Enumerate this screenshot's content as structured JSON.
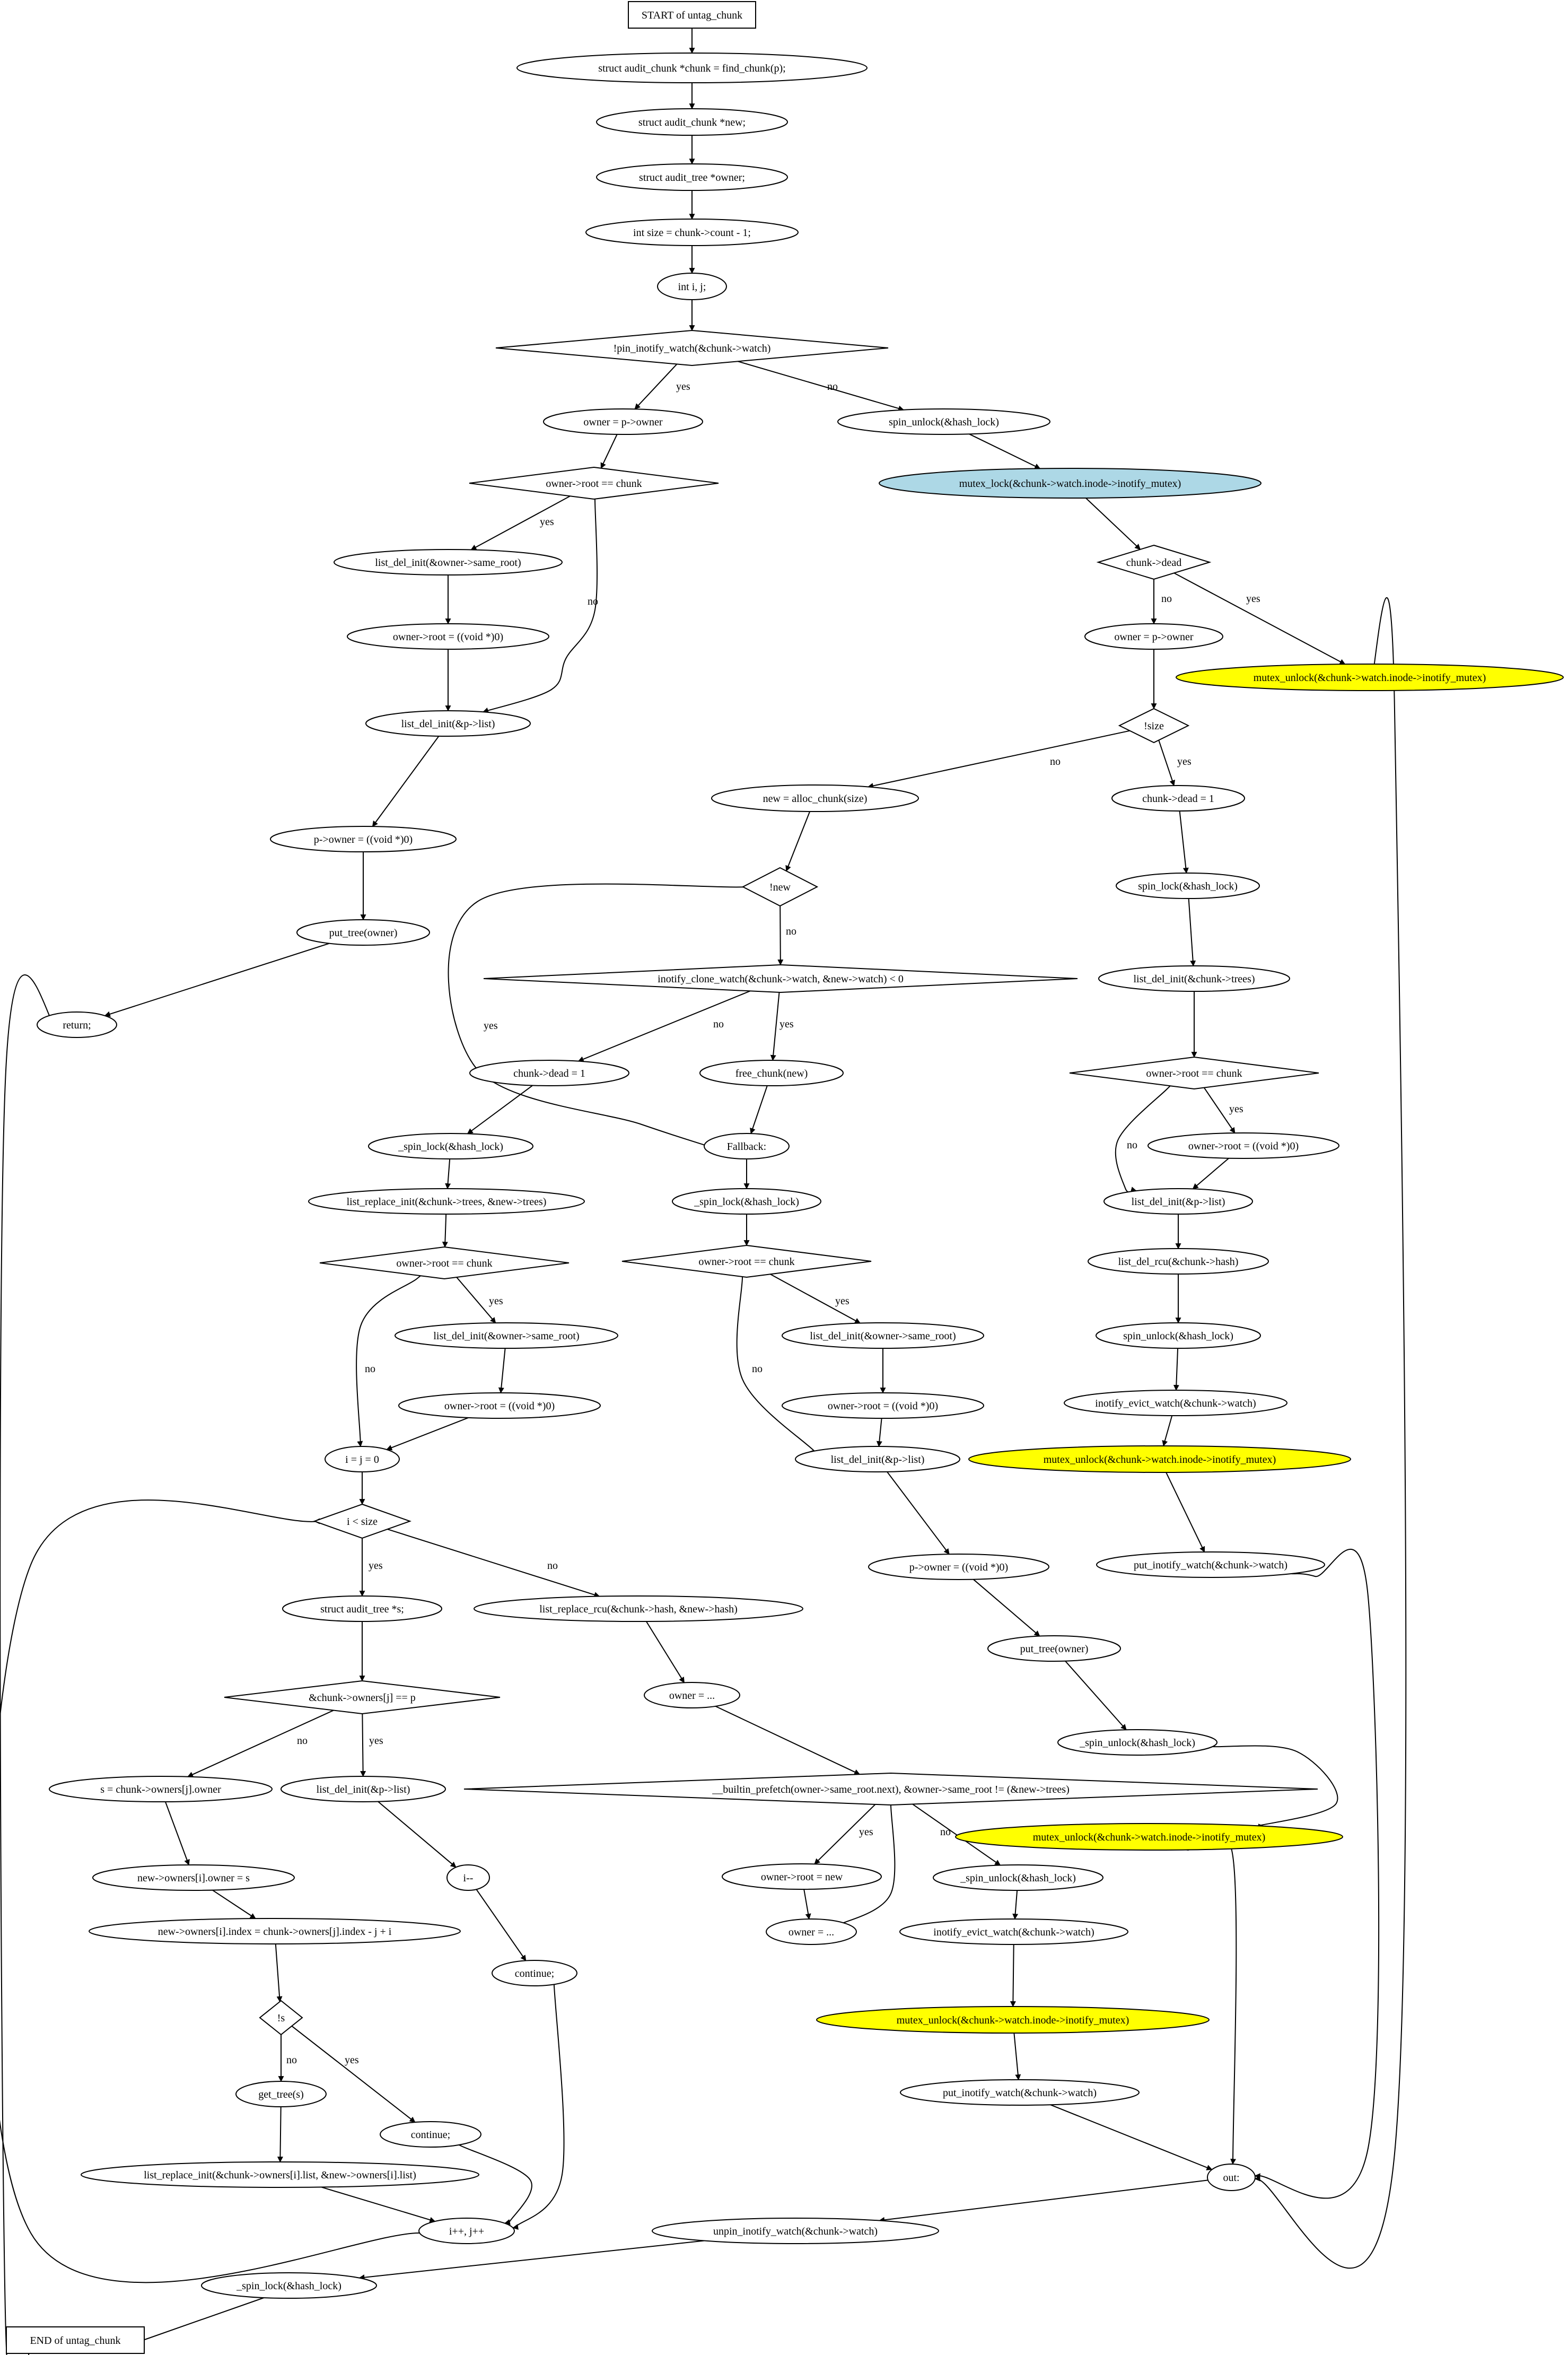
{
  "nodes": [
    {
      "id": "start",
      "shape": "rect",
      "label": "START of untag_chunk"
    },
    {
      "id": "n1",
      "shape": "ellipse",
      "label": "struct audit_chunk *chunk = find_chunk(p);"
    },
    {
      "id": "n2",
      "shape": "ellipse",
      "label": "struct audit_chunk *new;"
    },
    {
      "id": "n3",
      "shape": "ellipse",
      "label": "struct audit_tree *owner;"
    },
    {
      "id": "n4",
      "shape": "ellipse",
      "label": "int size = chunk->count - 1;"
    },
    {
      "id": "n5",
      "shape": "ellipse",
      "label": "int i, j;"
    },
    {
      "id": "d1",
      "shape": "diamond",
      "label": "!pin_inotify_watch(&chunk->watch)"
    },
    {
      "id": "a1",
      "shape": "ellipse",
      "label": "owner = p->owner"
    },
    {
      "id": "a2",
      "shape": "diamond",
      "label": "owner->root == chunk"
    },
    {
      "id": "a3",
      "shape": "ellipse",
      "label": "list_del_init(&owner->same_root)"
    },
    {
      "id": "a4",
      "shape": "ellipse",
      "label": "owner->root = ((void *)0)"
    },
    {
      "id": "a5",
      "shape": "ellipse",
      "label": "list_del_init(&p->list)"
    },
    {
      "id": "a6",
      "shape": "ellipse",
      "label": "p->owner = ((void *)0)"
    },
    {
      "id": "a7",
      "shape": "ellipse",
      "label": "put_tree(owner)"
    },
    {
      "id": "a8",
      "shape": "ellipse",
      "label": "return;"
    },
    {
      "id": "b1",
      "shape": "ellipse",
      "label": "spin_unlock(&hash_lock)"
    },
    {
      "id": "b2",
      "shape": "ellipse",
      "label": "mutex_lock(&chunk->watch.inode->inotify_mutex)",
      "fill": "#add8e6"
    },
    {
      "id": "b3",
      "shape": "diamond",
      "label": "chunk->dead"
    },
    {
      "id": "b4",
      "shape": "ellipse",
      "label": "owner = p->owner"
    },
    {
      "id": "b5",
      "shape": "ellipse",
      "label": "mutex_unlock(&chunk->watch.inode->inotify_mutex)",
      "fill": "#ffff00"
    },
    {
      "id": "b6",
      "shape": "diamond",
      "label": "!size"
    },
    {
      "id": "c1",
      "shape": "ellipse",
      "label": "chunk->dead = 1"
    },
    {
      "id": "c2",
      "shape": "ellipse",
      "label": "spin_lock(&hash_lock)"
    },
    {
      "id": "c3",
      "shape": "ellipse",
      "label": "list_del_init(&chunk->trees)"
    },
    {
      "id": "c4",
      "shape": "diamond",
      "label": "owner->root == chunk"
    },
    {
      "id": "c5",
      "shape": "ellipse",
      "label": "owner->root = ((void *)0)"
    },
    {
      "id": "c6",
      "shape": "ellipse",
      "label": "list_del_init(&p->list)"
    },
    {
      "id": "c7",
      "shape": "ellipse",
      "label": "list_del_rcu(&chunk->hash)"
    },
    {
      "id": "c8",
      "shape": "ellipse",
      "label": "spin_unlock(&hash_lock)"
    },
    {
      "id": "c9",
      "shape": "ellipse",
      "label": "inotify_evict_watch(&chunk->watch)"
    },
    {
      "id": "c10",
      "shape": "ellipse",
      "label": "mutex_unlock(&chunk->watch.inode->inotify_mutex)",
      "fill": "#ffff00"
    },
    {
      "id": "c11",
      "shape": "ellipse",
      "label": "put_inotify_watch(&chunk->watch)"
    },
    {
      "id": "e1",
      "shape": "ellipse",
      "label": "new = alloc_chunk(size)"
    },
    {
      "id": "e2",
      "shape": "diamond",
      "label": "!new"
    },
    {
      "id": "e3",
      "shape": "diamond",
      "label": "inotify_clone_watch(&chunk->watch, &new->watch) < 0"
    },
    {
      "id": "e4",
      "shape": "ellipse",
      "label": "free_chunk(new)"
    },
    {
      "id": "f1",
      "shape": "ellipse",
      "label": "Fallback:"
    },
    {
      "id": "f2",
      "shape": "ellipse",
      "label": "_spin_lock(&hash_lock)"
    },
    {
      "id": "f3",
      "shape": "diamond",
      "label": "owner->root == chunk"
    },
    {
      "id": "f4",
      "shape": "ellipse",
      "label": "list_del_init(&owner->same_root)"
    },
    {
      "id": "f5",
      "shape": "ellipse",
      "label": "owner->root = ((void *)0)"
    },
    {
      "id": "f6",
      "shape": "ellipse",
      "label": "list_del_init(&p->list)"
    },
    {
      "id": "f7",
      "shape": "ellipse",
      "label": "p->owner = ((void *)0)"
    },
    {
      "id": "f8",
      "shape": "ellipse",
      "label": "put_tree(owner)"
    },
    {
      "id": "f9",
      "shape": "ellipse",
      "label": "_spin_unlock(&hash_lock)"
    },
    {
      "id": "f10",
      "shape": "ellipse",
      "label": "mutex_unlock(&chunk->watch.inode->inotify_mutex)",
      "fill": "#ffff00"
    },
    {
      "id": "g1",
      "shape": "ellipse",
      "label": "chunk->dead = 1"
    },
    {
      "id": "g2",
      "shape": "ellipse",
      "label": "_spin_lock(&hash_lock)"
    },
    {
      "id": "g3",
      "shape": "ellipse",
      "label": "list_replace_init(&chunk->trees, &new->trees)"
    },
    {
      "id": "g4",
      "shape": "diamond",
      "label": "owner->root == chunk"
    },
    {
      "id": "g5",
      "shape": "ellipse",
      "label": "list_del_init(&owner->same_root)"
    },
    {
      "id": "g6",
      "shape": "ellipse",
      "label": "owner->root = ((void *)0)"
    },
    {
      "id": "g7",
      "shape": "ellipse",
      "label": "i = j = 0"
    },
    {
      "id": "g8",
      "shape": "diamond",
      "label": "i < size"
    },
    {
      "id": "h1",
      "shape": "ellipse",
      "label": "struct audit_tree *s;"
    },
    {
      "id": "h2",
      "shape": "diamond",
      "label": "&chunk->owners[j] == p"
    },
    {
      "id": "h3",
      "shape": "ellipse",
      "label": "s = chunk->owners[j].owner"
    },
    {
      "id": "h4",
      "shape": "ellipse",
      "label": "new->owners[i].owner = s"
    },
    {
      "id": "h5",
      "shape": "ellipse",
      "label": "new->owners[i].index = chunk->owners[j].index - j + i"
    },
    {
      "id": "h6",
      "shape": "diamond",
      "label": "!s"
    },
    {
      "id": "h7",
      "shape": "ellipse",
      "label": "get_tree(s)"
    },
    {
      "id": "h8",
      "shape": "ellipse",
      "label": "continue;"
    },
    {
      "id": "h9",
      "shape": "ellipse",
      "label": "list_replace_init(&chunk->owners[i].list, &new->owners[i].list)"
    },
    {
      "id": "h10",
      "shape": "ellipse",
      "label": "i++, j++"
    },
    {
      "id": "h11",
      "shape": "ellipse",
      "label": "list_del_init(&p->list)"
    },
    {
      "id": "h12",
      "shape": "ellipse",
      "label": "i--"
    },
    {
      "id": "h13",
      "shape": "ellipse",
      "label": "continue;"
    },
    {
      "id": "k1",
      "shape": "ellipse",
      "label": "list_replace_rcu(&chunk->hash, &new->hash)"
    },
    {
      "id": "k2",
      "shape": "ellipse",
      "label": "owner = ..."
    },
    {
      "id": "k3",
      "shape": "diamond",
      "label": "__builtin_prefetch(owner->same_root.next), &owner->same_root != (&new->trees)"
    },
    {
      "id": "k4",
      "shape": "ellipse",
      "label": "owner->root = new"
    },
    {
      "id": "k5",
      "shape": "ellipse",
      "label": "owner = ..."
    },
    {
      "id": "k6",
      "shape": "ellipse",
      "label": "_spin_unlock(&hash_lock)"
    },
    {
      "id": "k7",
      "shape": "ellipse",
      "label": "inotify_evict_watch(&chunk->watch)"
    },
    {
      "id": "k8",
      "shape": "ellipse",
      "label": "mutex_unlock(&chunk->watch.inode->inotify_mutex)",
      "fill": "#ffff00"
    },
    {
      "id": "k9",
      "shape": "ellipse",
      "label": "put_inotify_watch(&chunk->watch)"
    },
    {
      "id": "out",
      "shape": "ellipse",
      "label": "out:"
    },
    {
      "id": "z1",
      "shape": "ellipse",
      "label": "unpin_inotify_watch(&chunk->watch)"
    },
    {
      "id": "z2",
      "shape": "ellipse",
      "label": "_spin_lock(&hash_lock)"
    },
    {
      "id": "end",
      "shape": "rect",
      "label": "END of untag_chunk"
    }
  ],
  "edges": [
    {
      "from": "start",
      "to": "n1"
    },
    {
      "from": "n1",
      "to": "n2"
    },
    {
      "from": "n2",
      "to": "n3"
    },
    {
      "from": "n3",
      "to": "n4"
    },
    {
      "from": "n4",
      "to": "n5"
    },
    {
      "from": "n5",
      "to": "d1"
    },
    {
      "from": "d1",
      "to": "a1",
      "label": "yes"
    },
    {
      "from": "d1",
      "to": "b1",
      "label": "no"
    },
    {
      "from": "a1",
      "to": "a2"
    },
    {
      "from": "a2",
      "to": "a3",
      "label": "yes"
    },
    {
      "from": "a2",
      "to": "a5",
      "label": "no"
    },
    {
      "from": "a3",
      "to": "a4"
    },
    {
      "from": "a4",
      "to": "a5"
    },
    {
      "from": "a5",
      "to": "a6"
    },
    {
      "from": "a6",
      "to": "a7"
    },
    {
      "from": "a7",
      "to": "a8"
    },
    {
      "from": "a8",
      "to": "end"
    },
    {
      "from": "b1",
      "to": "b2"
    },
    {
      "from": "b2",
      "to": "b3"
    },
    {
      "from": "b3",
      "to": "b4",
      "label": "no"
    },
    {
      "from": "b3",
      "to": "b5",
      "label": "yes"
    },
    {
      "from": "b4",
      "to": "b6"
    },
    {
      "from": "b5",
      "to": "out"
    },
    {
      "from": "b6",
      "to": "e1",
      "label": "no"
    },
    {
      "from": "b6",
      "to": "c1",
      "label": "yes"
    },
    {
      "from": "c1",
      "to": "c2"
    },
    {
      "from": "c2",
      "to": "c3"
    },
    {
      "from": "c3",
      "to": "c4"
    },
    {
      "from": "c4",
      "to": "c5",
      "label": "yes"
    },
    {
      "from": "c4",
      "to": "c6",
      "label": "no"
    },
    {
      "from": "c5",
      "to": "c6"
    },
    {
      "from": "c6",
      "to": "c7"
    },
    {
      "from": "c7",
      "to": "c8"
    },
    {
      "from": "c8",
      "to": "c9"
    },
    {
      "from": "c9",
      "to": "c10"
    },
    {
      "from": "c10",
      "to": "c11"
    },
    {
      "from": "c11",
      "to": "out"
    },
    {
      "from": "e1",
      "to": "e2"
    },
    {
      "from": "e2",
      "to": "e3",
      "label": "no"
    },
    {
      "from": "e2",
      "to": "f1",
      "label": "yes"
    },
    {
      "from": "e3",
      "to": "g1",
      "label": "no"
    },
    {
      "from": "e3",
      "to": "e4",
      "label": "yes"
    },
    {
      "from": "e4",
      "to": "f1"
    },
    {
      "from": "f1",
      "to": "f2"
    },
    {
      "from": "f2",
      "to": "f3"
    },
    {
      "from": "f3",
      "to": "f4",
      "label": "yes"
    },
    {
      "from": "f3",
      "to": "f6",
      "label": "no"
    },
    {
      "from": "f4",
      "to": "f5"
    },
    {
      "from": "f5",
      "to": "f6"
    },
    {
      "from": "f6",
      "to": "f7"
    },
    {
      "from": "f7",
      "to": "f8"
    },
    {
      "from": "f8",
      "to": "f9"
    },
    {
      "from": "f9",
      "to": "f10"
    },
    {
      "from": "f10",
      "to": "out"
    },
    {
      "from": "g1",
      "to": "g2"
    },
    {
      "from": "g2",
      "to": "g3"
    },
    {
      "from": "g3",
      "to": "g4"
    },
    {
      "from": "g4",
      "to": "g5",
      "label": "yes"
    },
    {
      "from": "g4",
      "to": "g7",
      "label": "no"
    },
    {
      "from": "g5",
      "to": "g6"
    },
    {
      "from": "g6",
      "to": "g7"
    },
    {
      "from": "g7",
      "to": "g8"
    },
    {
      "from": "g8",
      "to": "h1",
      "label": "yes"
    },
    {
      "from": "g8",
      "to": "k1",
      "label": "no"
    },
    {
      "from": "h1",
      "to": "h2"
    },
    {
      "from": "h2",
      "to": "h3",
      "label": "no"
    },
    {
      "from": "h2",
      "to": "h11",
      "label": "yes"
    },
    {
      "from": "h3",
      "to": "h4"
    },
    {
      "from": "h4",
      "to": "h5"
    },
    {
      "from": "h5",
      "to": "h6"
    },
    {
      "from": "h6",
      "to": "h7",
      "label": "no"
    },
    {
      "from": "h6",
      "to": "h8",
      "label": "yes"
    },
    {
      "from": "h7",
      "to": "h9"
    },
    {
      "from": "h8",
      "to": "h10"
    },
    {
      "from": "h9",
      "to": "h10"
    },
    {
      "from": "h10",
      "to": "g8"
    },
    {
      "from": "h11",
      "to": "h12"
    },
    {
      "from": "h12",
      "to": "h13"
    },
    {
      "from": "h13",
      "to": "h10"
    },
    {
      "from": "k1",
      "to": "k2"
    },
    {
      "from": "k2",
      "to": "k3"
    },
    {
      "from": "k3",
      "to": "k4",
      "label": "yes"
    },
    {
      "from": "k3",
      "to": "k6",
      "label": "no"
    },
    {
      "from": "k4",
      "to": "k5"
    },
    {
      "from": "k5",
      "to": "k3"
    },
    {
      "from": "k6",
      "to": "k7"
    },
    {
      "from": "k7",
      "to": "k8"
    },
    {
      "from": "k8",
      "to": "k9"
    },
    {
      "from": "k9",
      "to": "out"
    },
    {
      "from": "out",
      "to": "z1"
    },
    {
      "from": "z1",
      "to": "z2"
    },
    {
      "from": "z2",
      "to": "end"
    }
  ]
}
